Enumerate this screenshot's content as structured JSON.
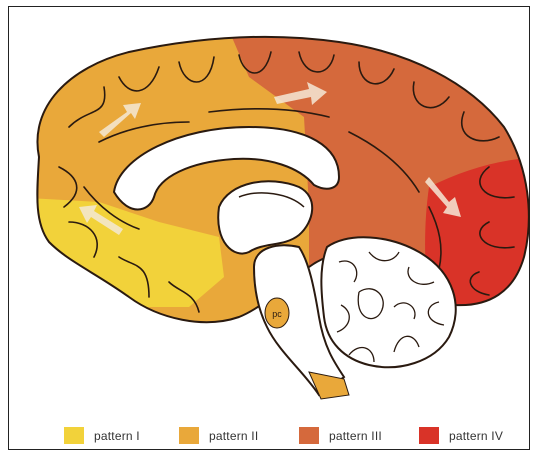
{
  "diagram": {
    "structure_label": "pc",
    "legend": [
      {
        "label": "pattern I",
        "color": "#f2d23a"
      },
      {
        "label": "pattern II",
        "color": "#e9a83a"
      },
      {
        "label": "pattern III",
        "color": "#d5693c"
      },
      {
        "label": "pattern IV",
        "color": "#d93328"
      }
    ],
    "colors": {
      "outline": "#2a1a10",
      "white_matter": "#ffffff",
      "arrow": "#f4e9d6"
    }
  }
}
